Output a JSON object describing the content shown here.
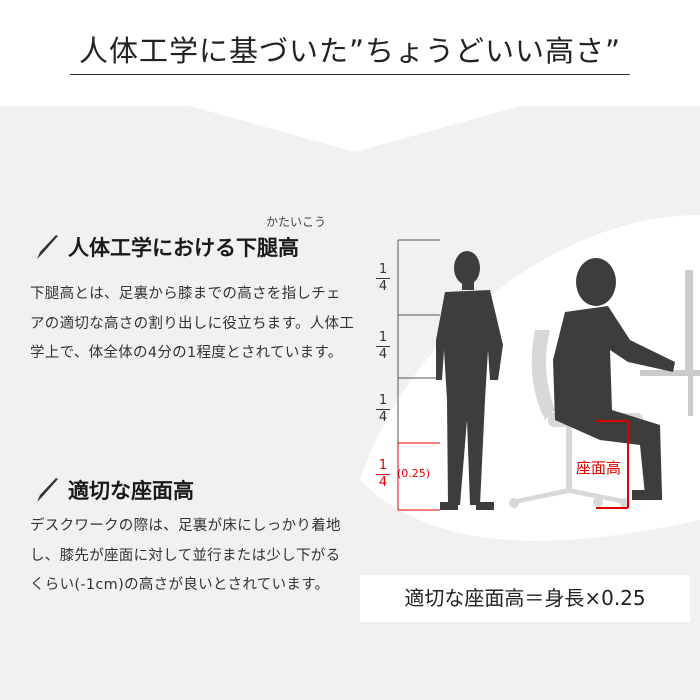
{
  "title": "人体工学に基づいた”ちょうどいい高さ”",
  "section1": {
    "ruby": "かたいこう",
    "heading": "人体工学における下腿高",
    "body": "下腿高とは、足裏から膝までの高さを指しチェアの適切な高さの割り出しに役立ちます。人体工学上で、体全体の4分の1程度とされています。"
  },
  "section2": {
    "heading": "適切な座面高",
    "body": "デスクワークの際は、足裏が床にしっかり着地し、膝先が座面に対して並行または少し下がるくらい(-1cm)の高さが良いとされています。"
  },
  "ruler": {
    "fractions": [
      {
        "n": "1",
        "d": "4"
      },
      {
        "n": "1",
        "d": "4"
      },
      {
        "n": "1",
        "d": "4"
      },
      {
        "n": "1",
        "d": "4"
      }
    ],
    "ratio_label": "(0.25)"
  },
  "seat_label": "座面高",
  "formula": "適切な座面高＝身長×0.25",
  "colors": {
    "accent": "#e00000",
    "silhouette": "#3d3d3d",
    "background": "#f1f1f1"
  }
}
